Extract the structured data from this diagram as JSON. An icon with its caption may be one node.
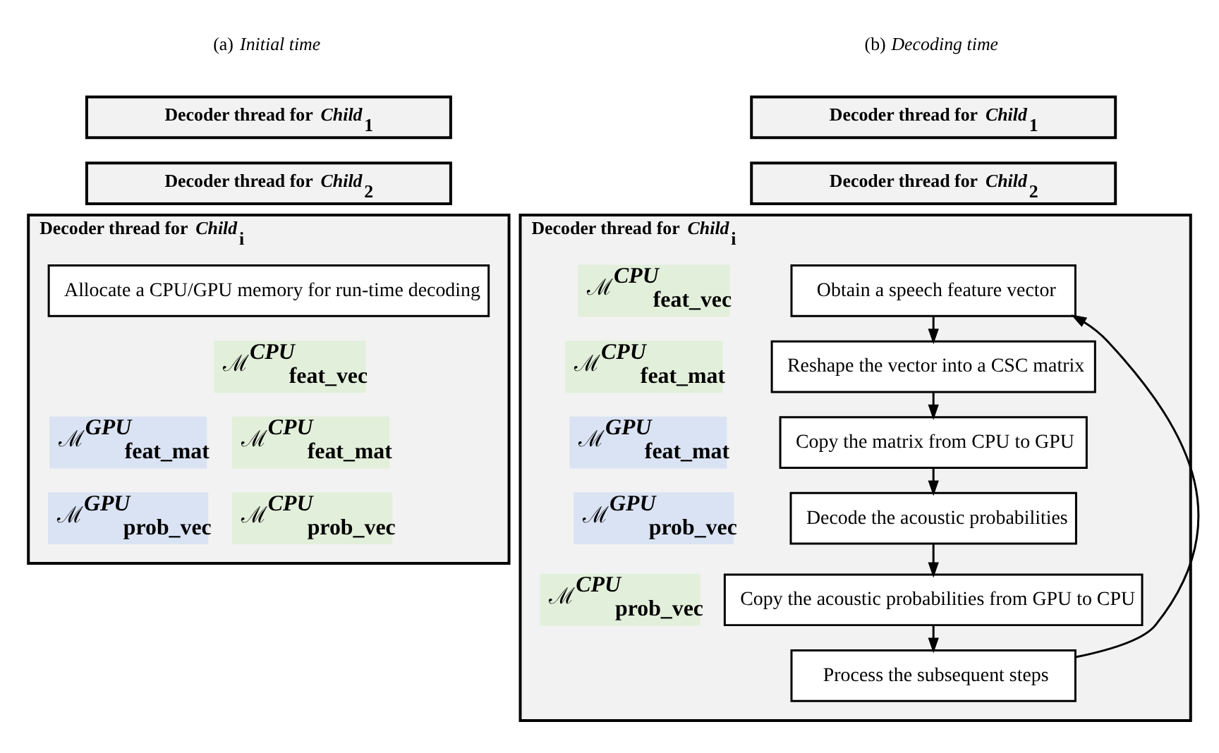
{
  "diagram": {
    "nodes": [
      {
        "text": [
          "Decoder thread for *Child*$_{1}$"
        ]
      },
      {
        "text": [
          "Decoder thread for *Child*$_{2}$"
        ]
      },
      {
        "text": [
          "Decoder thread for *Child*$_{i}$"
        ]
      },
      {
        "text": [
          "Allocate a CPU/GPU memory for run-time decoding"
        ],
        "in": 2
      },
      {
        "text": [
          "ℳ$^{CPU}$$_{feat_vec}$"
        ],
        "in": 2
      },
      {
        "text": [
          "ℳ$^{CPU}$$_{feat_mat}$"
        ],
        "in": 2
      },
      {
        "text": [
          "ℳ$^{GPU}$$_{feat_mat}$"
        ],
        "in": 2
      },
      {
        "text": [
          "ℳ$^{CPU}$$_{prob_vec}$"
        ],
        "in": 2
      },
      {
        "text": [
          "ℳ$^{GPU}$$_{prob_vec}$"
        ],
        "in": 2
      },
      {
        "text": [
          "Decoder thread for *Child*$_{1}$"
        ]
      },
      {
        "text": [
          "Decoder thread for *Child*$_{2}$"
        ]
      },
      {
        "text": [
          "Decoder thread for *Child*$_{i}$"
        ]
      },
      {
        "text": [
          "Obtain a speech feature vector"
        ],
        "in": 11
      },
      {
        "text": [
          "ℳ$^{CPU}$$_{feat_vec}$"
        ],
        "in": 11
      },
      {
        "text": [
          "Reshape the vector into a CSC matrix"
        ],
        "in": 11
      },
      {
        "text": [
          "ℳ$^{CPU}$$_{feat_mat}$"
        ],
        "in": 11
      },
      {
        "text": [
          "Copy the matrix from CPU to GPU"
        ],
        "in": 11
      },
      {
        "text": [
          "ℳ$^{GPU}$$_{feat_mat}$"
        ],
        "in": 11
      },
      {
        "text": [
          "Decode the acoustic probabilities"
        ],
        "in": 11
      },
      {
        "text": [
          "ℳ$^{GPU}$$_{prob_vec}$"
        ],
        "in": 11
      },
      {
        "text": [
          "Copy the acoustic probabilities from GPU to CPU"
        ],
        "in": 11
      },
      {
        "text": [
          "ℳ$^{CPU}$$_{prob_vec}$"
        ],
        "in": 11
      },
      {
        "text": [
          "Process the subsequent steps"
        ],
        "in": 11
      }
    ],
    "edges": [
      {
        "from": 12,
        "to": 14,
        "arrow": "to"
      },
      {
        "from": 14,
        "to": 16,
        "arrow": "to"
      },
      {
        "from": 16,
        "to": 18,
        "arrow": "to"
      },
      {
        "from": 18,
        "to": 20,
        "arrow": "to"
      },
      {
        "from": 20,
        "to": 22,
        "arrow": "to"
      },
      {
        "from": 22,
        "to": 12,
        "arrow": "to"
      }
    ],
    "labels": [
      "(a) *Initial time*",
      "(b) *Decoding time*"
    ]
  }
}
